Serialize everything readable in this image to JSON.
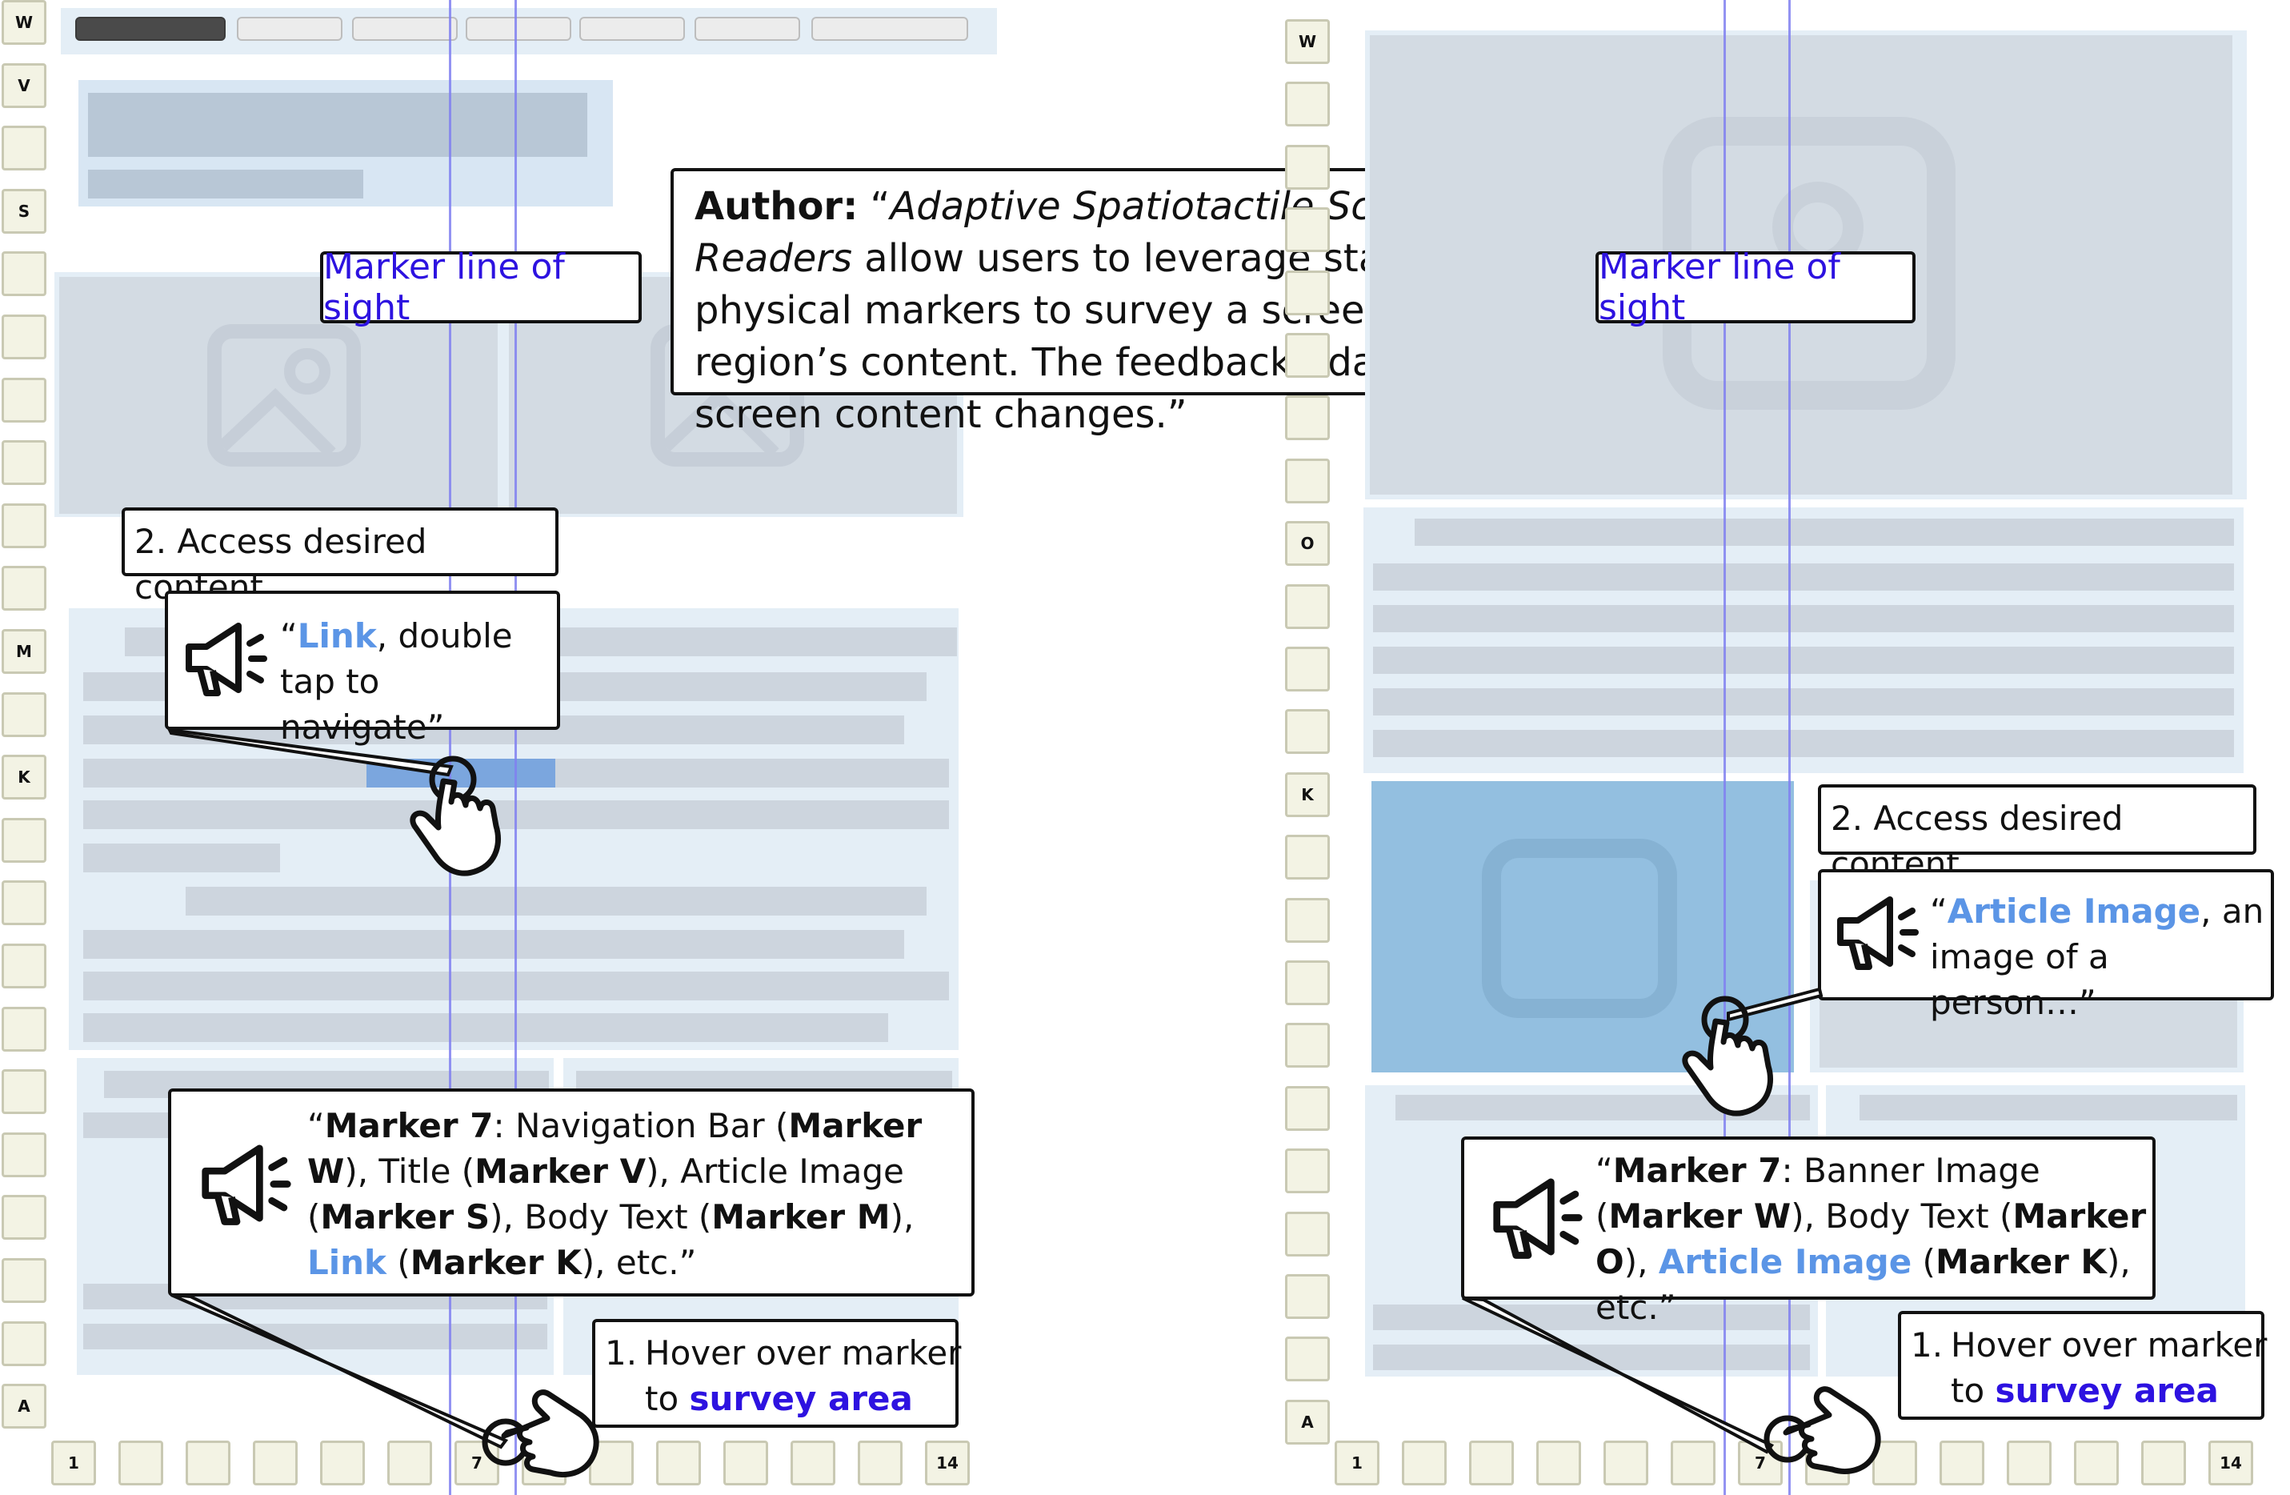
{
  "left_phone": {
    "left_markers": [
      "W",
      "V",
      "",
      "S",
      "",
      "",
      "",
      "",
      "",
      "",
      "M",
      "",
      "K",
      "",
      "",
      "",
      "",
      "",
      "",
      "",
      "",
      "",
      "A"
    ],
    "bottom_markers": [
      "1",
      "",
      "",
      "",
      "",
      "",
      "7",
      "",
      "",
      "",
      "",
      "",
      "",
      "14"
    ],
    "los_label": "Marker line of sight",
    "step2_label": "2. Access desired content",
    "step2_speech": {
      "open_quote": "“",
      "highlight": "Link",
      "rest": ", double tap to navigate”"
    },
    "step1_speech": {
      "p1": "“",
      "m7": "Marker 7",
      "p2": ": Navigation Bar (",
      "mw": "Marker W",
      "p3": "), Title (",
      "mv": "Marker V",
      "p4": "), Article Image (",
      "ms": "Marker S",
      "p5": "), Body Text (",
      "mm": "Marker M",
      "p6": "), ",
      "link": "Link",
      "p7": " (",
      "mk": "Marker K",
      "p8": "), etc.”"
    },
    "step1_label": {
      "num": "1.",
      "line1": "Hover over marker",
      "line2_pre": "to ",
      "line2_em": "survey area"
    }
  },
  "right_phone": {
    "left_markers": [
      "W",
      "",
      "",
      "",
      "",
      "",
      "",
      "",
      "O",
      "",
      "",
      "",
      "K",
      "",
      "",
      "",
      "",
      "",
      "",
      "",
      "",
      "",
      "A"
    ],
    "bottom_markers": [
      "1",
      "",
      "",
      "",
      "",
      "",
      "7",
      "",
      "",
      "",
      "",
      "",
      "",
      "14"
    ],
    "los_label": "Marker line of sight",
    "step2_label": "2. Access desired content",
    "step2_speech": {
      "open_quote": "“",
      "highlight": "Article Image",
      "rest": ", an image of a person…”"
    },
    "step1_speech": {
      "p1": "“",
      "m7": "Marker 7",
      "p2": ": Banner Image (",
      "mw": "Marker W",
      "p3": "),  Body Text (",
      "mo": "Marker O",
      "p4": "), ",
      "link": "Article Image",
      "p5": " (",
      "mk": "Marker K",
      "p6": "), etc.”"
    },
    "step1_label": {
      "num": "1.",
      "line1": "Hover over marker",
      "line2_pre": "to ",
      "line2_em": "survey area"
    }
  },
  "author_quote": {
    "prefix": "Author:",
    "open": " “",
    "italic": "Adaptive Spatiotactile Screen Readers",
    "rest": " allow users to leverage static physical markers to survey a screen region’s content. The feedback adapts as screen content changes.”"
  },
  "colors": {
    "link_highlight": "#5b95e6",
    "survey_area": "#2d12e0",
    "line_of_sight": "#8080f0",
    "marker_fill": "#f3f3e4",
    "region_fill": "#e4eef6"
  },
  "icons": {
    "speaker": "megaphone-icon",
    "pointer": "pointing-hand-icon",
    "image": "image-placeholder-icon"
  }
}
